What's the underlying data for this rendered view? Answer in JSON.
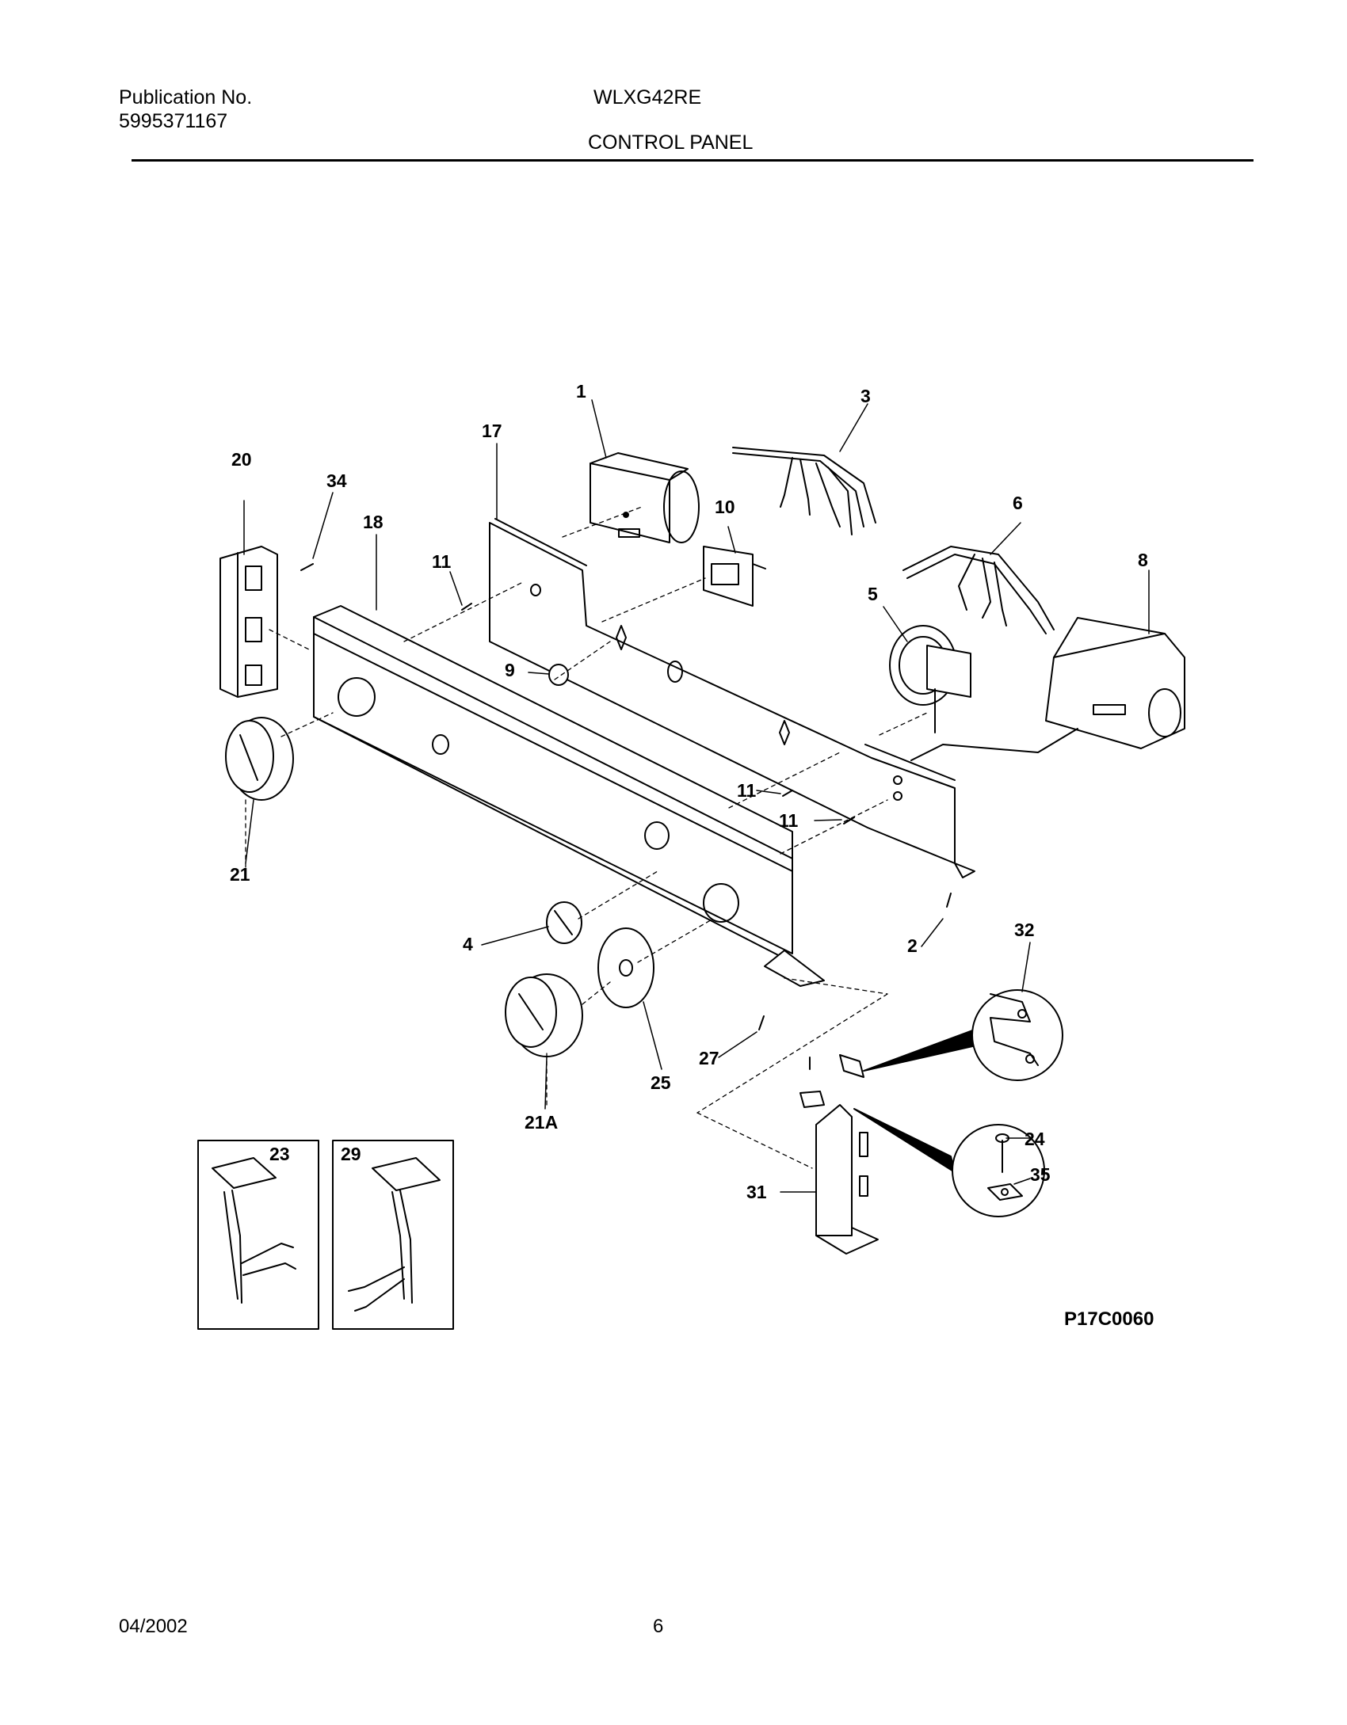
{
  "header": {
    "publication_label": "Publication No.",
    "publication_number": "5995371167",
    "model": "WLXG42RE",
    "section_title": "CONTROL PANEL"
  },
  "callouts": {
    "c1": "1",
    "c2": "2",
    "c3": "3",
    "c4": "4",
    "c5": "5",
    "c6": "6",
    "c8": "8",
    "c9": "9",
    "c10": "10",
    "c11a": "11",
    "c11b": "11",
    "c11c": "11",
    "c17": "17",
    "c18": "18",
    "c20": "20",
    "c21": "21",
    "c21a": "21A",
    "c23": "23",
    "c24": "24",
    "c25": "25",
    "c27": "27",
    "c29": "29",
    "c31": "31",
    "c32": "32",
    "c34": "34",
    "c35": "35"
  },
  "figure_code": "P17C0060",
  "footer": {
    "date": "04/2002",
    "page": "6"
  }
}
